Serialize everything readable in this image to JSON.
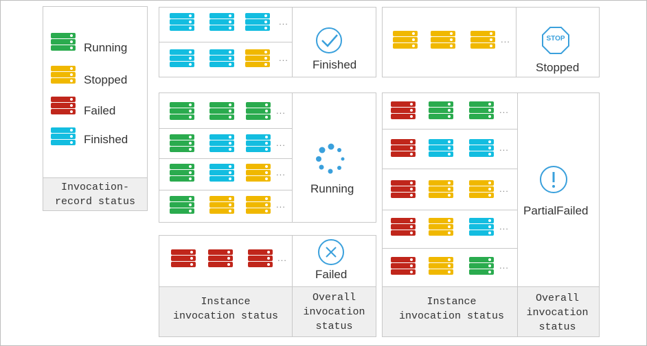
{
  "colors": {
    "running": "#2aab4e",
    "stopped": "#f0b800",
    "failed": "#c0261b",
    "finished": "#13bde0",
    "accent": "#3aa0dc"
  },
  "legend": {
    "items": [
      {
        "status": "running",
        "label": "Running"
      },
      {
        "status": "stopped",
        "label": "Stopped"
      },
      {
        "status": "failed",
        "label": "Failed"
      },
      {
        "status": "finished",
        "label": "Finished"
      }
    ],
    "caption": "Invocation-record status"
  },
  "groups": {
    "finished": {
      "rows": [
        [
          "finished",
          "finished",
          "finished"
        ],
        [
          "finished",
          "finished",
          "stopped"
        ]
      ],
      "overall": "Finished",
      "icon": "check-circle-icon"
    },
    "stopped": {
      "rows": [
        [
          "stopped",
          "stopped",
          "stopped"
        ]
      ],
      "overall": "Stopped",
      "icon": "stop-sign-icon",
      "stop_text": "STOP"
    },
    "running": {
      "rows": [
        [
          "running",
          "running",
          "running"
        ],
        [
          "running",
          "finished",
          "finished"
        ],
        [
          "running",
          "finished",
          "stopped"
        ],
        [
          "running",
          "stopped",
          "stopped"
        ]
      ],
      "overall": "Running",
      "icon": "loading-spinner-icon"
    },
    "failed": {
      "rows": [
        [
          "failed",
          "failed",
          "failed"
        ]
      ],
      "overall": "Failed",
      "icon": "x-circle-icon"
    },
    "partial": {
      "rows": [
        [
          "failed",
          "running",
          "running"
        ],
        [
          "failed",
          "finished",
          "finished"
        ],
        [
          "failed",
          "stopped",
          "stopped"
        ],
        [
          "failed",
          "stopped",
          "finished"
        ],
        [
          "failed",
          "stopped",
          "running"
        ]
      ],
      "overall": "PartialFailed",
      "icon": "exclamation-circle-icon"
    }
  },
  "captions": {
    "instance": "Instance invocation status",
    "overall": "Overall invocation status"
  },
  "ellipsis": "..."
}
